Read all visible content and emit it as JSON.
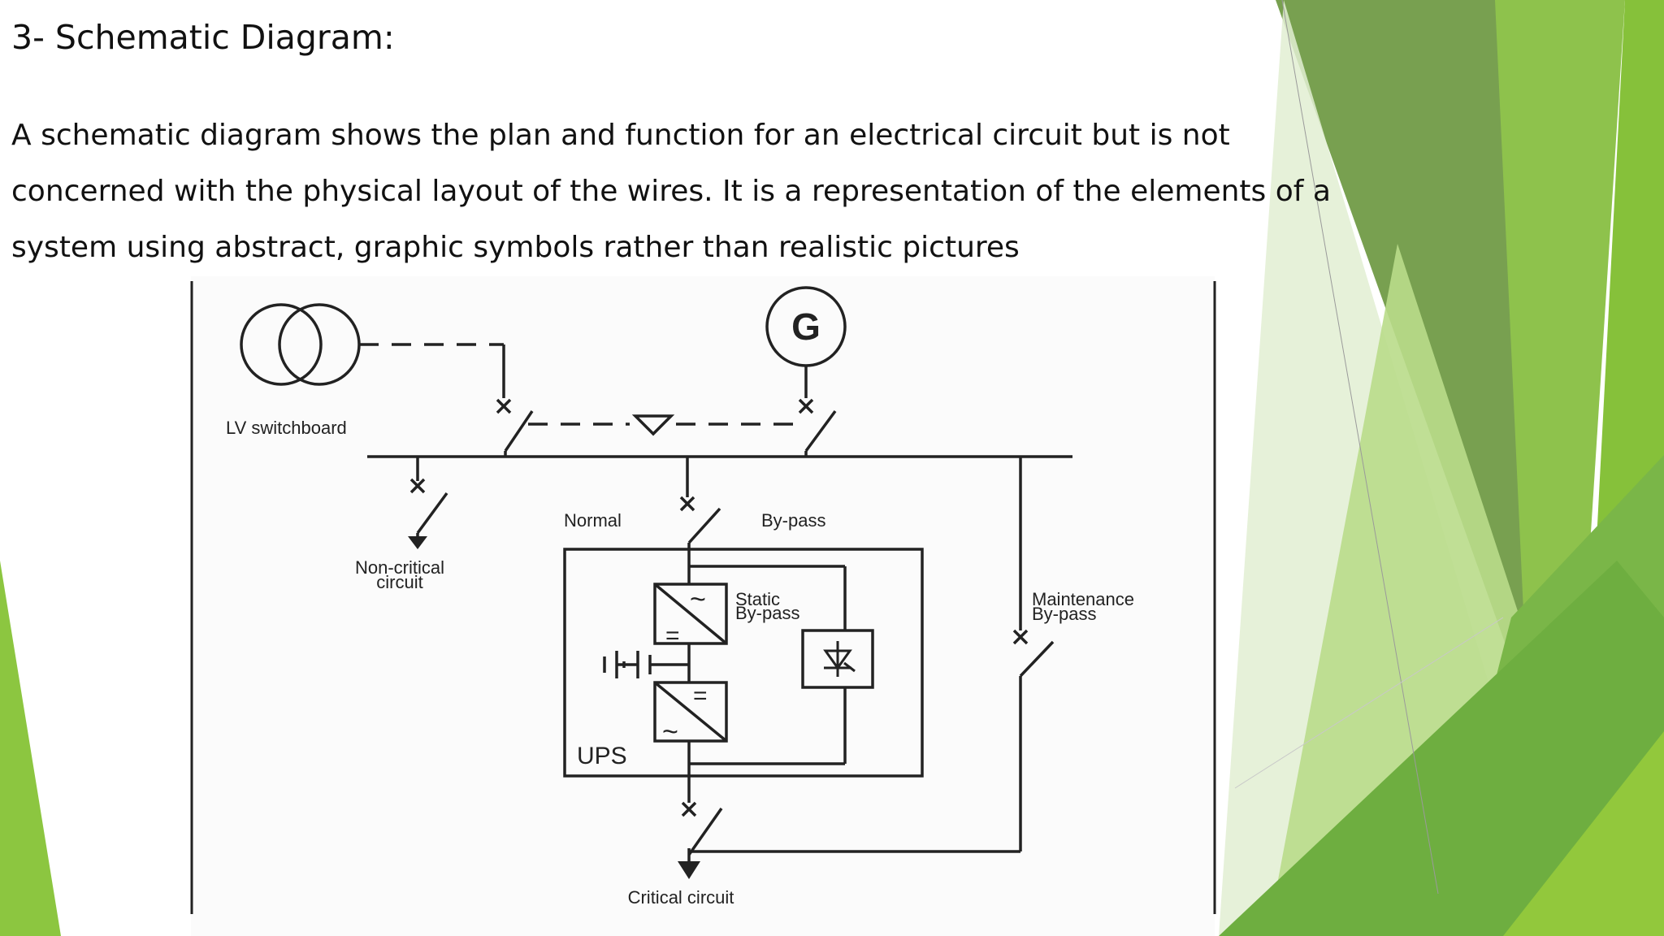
{
  "slide": {
    "title": "3- Schematic Diagram:",
    "paragraph": " A schematic diagram shows the plan and function for an electrical circuit but is not concerned with the physical layout of the wires. It is a representation of the elements of a system using abstract, graphic symbols rather than realistic pictures"
  },
  "theme": {
    "accent_dark": "#6a9a3e",
    "accent_mid": "#7dbb3c",
    "accent_light": "#a8d26a",
    "accent_pale": "#dcebc6"
  },
  "diagram": {
    "generator_symbol": "G",
    "lv_switchboard": "LV switchboard",
    "normal": "Normal",
    "bypass": "By-pass",
    "non_critical_1": "Non-critical",
    "non_critical_2": "circuit",
    "static_1": "Static",
    "static_2": "By-pass",
    "maintenance_1": "Maintenance",
    "maintenance_2": "By-pass",
    "ups": "UPS",
    "critical_circuit": "Critical circuit",
    "rectifier_ac_symbol": "~",
    "rectifier_dc_symbol": "=",
    "inverter_dc_symbol": "=",
    "inverter_ac_symbol": "~"
  }
}
